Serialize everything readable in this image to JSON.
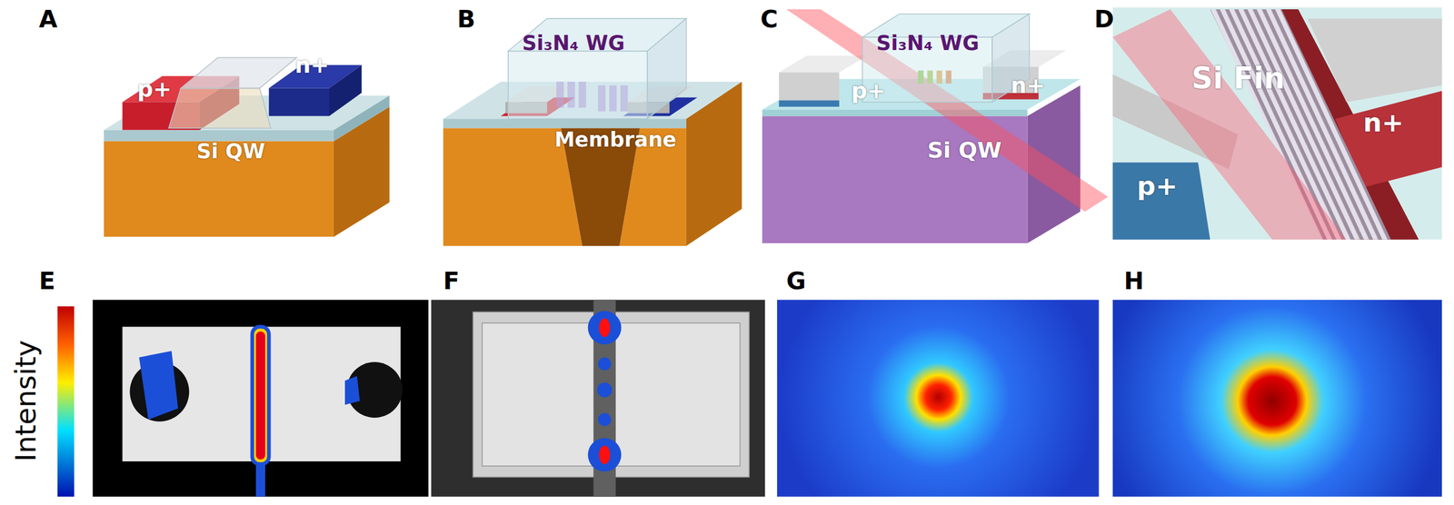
{
  "diagram": {
    "labels": [
      "A",
      "B",
      "C",
      "D",
      "p+",
      "n+",
      "Si QW",
      "Si₃N₄ WG",
      "Membrane",
      "Si₃N₄ WG",
      "p+",
      "n+",
      "Si QW",
      "Si Fin",
      "p+",
      "n+",
      "E",
      "F",
      "G",
      "H",
      "Intensity"
    ]
  }
}
